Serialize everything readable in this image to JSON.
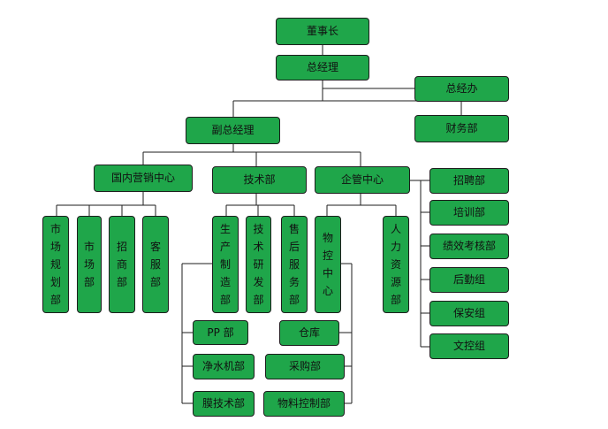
{
  "colors": {
    "box_fill": "#1fa64a",
    "box_border": "#1d1d1d",
    "line": "#1d1d1d"
  },
  "nodes": {
    "chairman": "董事长",
    "gm": "总经理",
    "gm_office": "总经办",
    "finance": "财务部",
    "deputy_gm": "副总经理",
    "domestic_marketing": "国内营销中心",
    "tech": "技术部",
    "mgmt_center": "企管中心",
    "market_planning": "市场规划部",
    "market": "市场部",
    "investment": "招商部",
    "customer_service": "客服部",
    "production": "生产制造部",
    "rnd": "技术研发部",
    "after_sales": "售后服务部",
    "material_control": "物控中心",
    "hr": "人力资源部",
    "recruitment": "招聘部",
    "training": "培训部",
    "performance": "绩效考核部",
    "logistics": "后勤组",
    "security": "保安组",
    "doc_control": "文控组",
    "pp": "PP 部",
    "water_machine": "净水机部",
    "membrane_tech": "膜技术部",
    "warehouse": "仓库",
    "purchasing": "采购部",
    "material_ctrl_dept": "物料控制部"
  }
}
